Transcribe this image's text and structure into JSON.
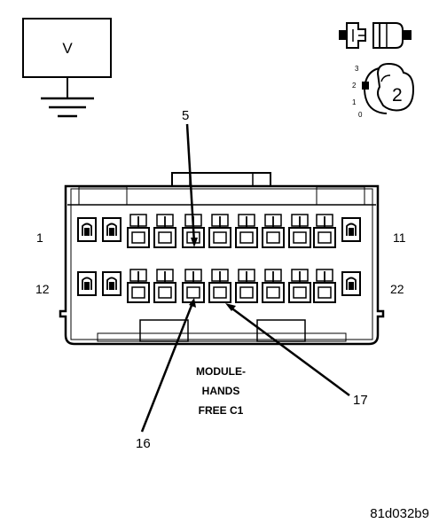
{
  "meter_box": {
    "label": "V"
  },
  "key_icon": {
    "position_labels": [
      "3",
      "2",
      "1",
      "0"
    ],
    "key_number": "2"
  },
  "connector": {
    "pin_labels": {
      "top_left": "1",
      "top_right": "11",
      "bottom_left": "12",
      "bottom_right": "22"
    },
    "name_lines": [
      "MODULE-",
      "HANDS",
      "FREE C1"
    ]
  },
  "callouts": [
    "5",
    "16",
    "17"
  ],
  "figure_id": "81d032b9"
}
